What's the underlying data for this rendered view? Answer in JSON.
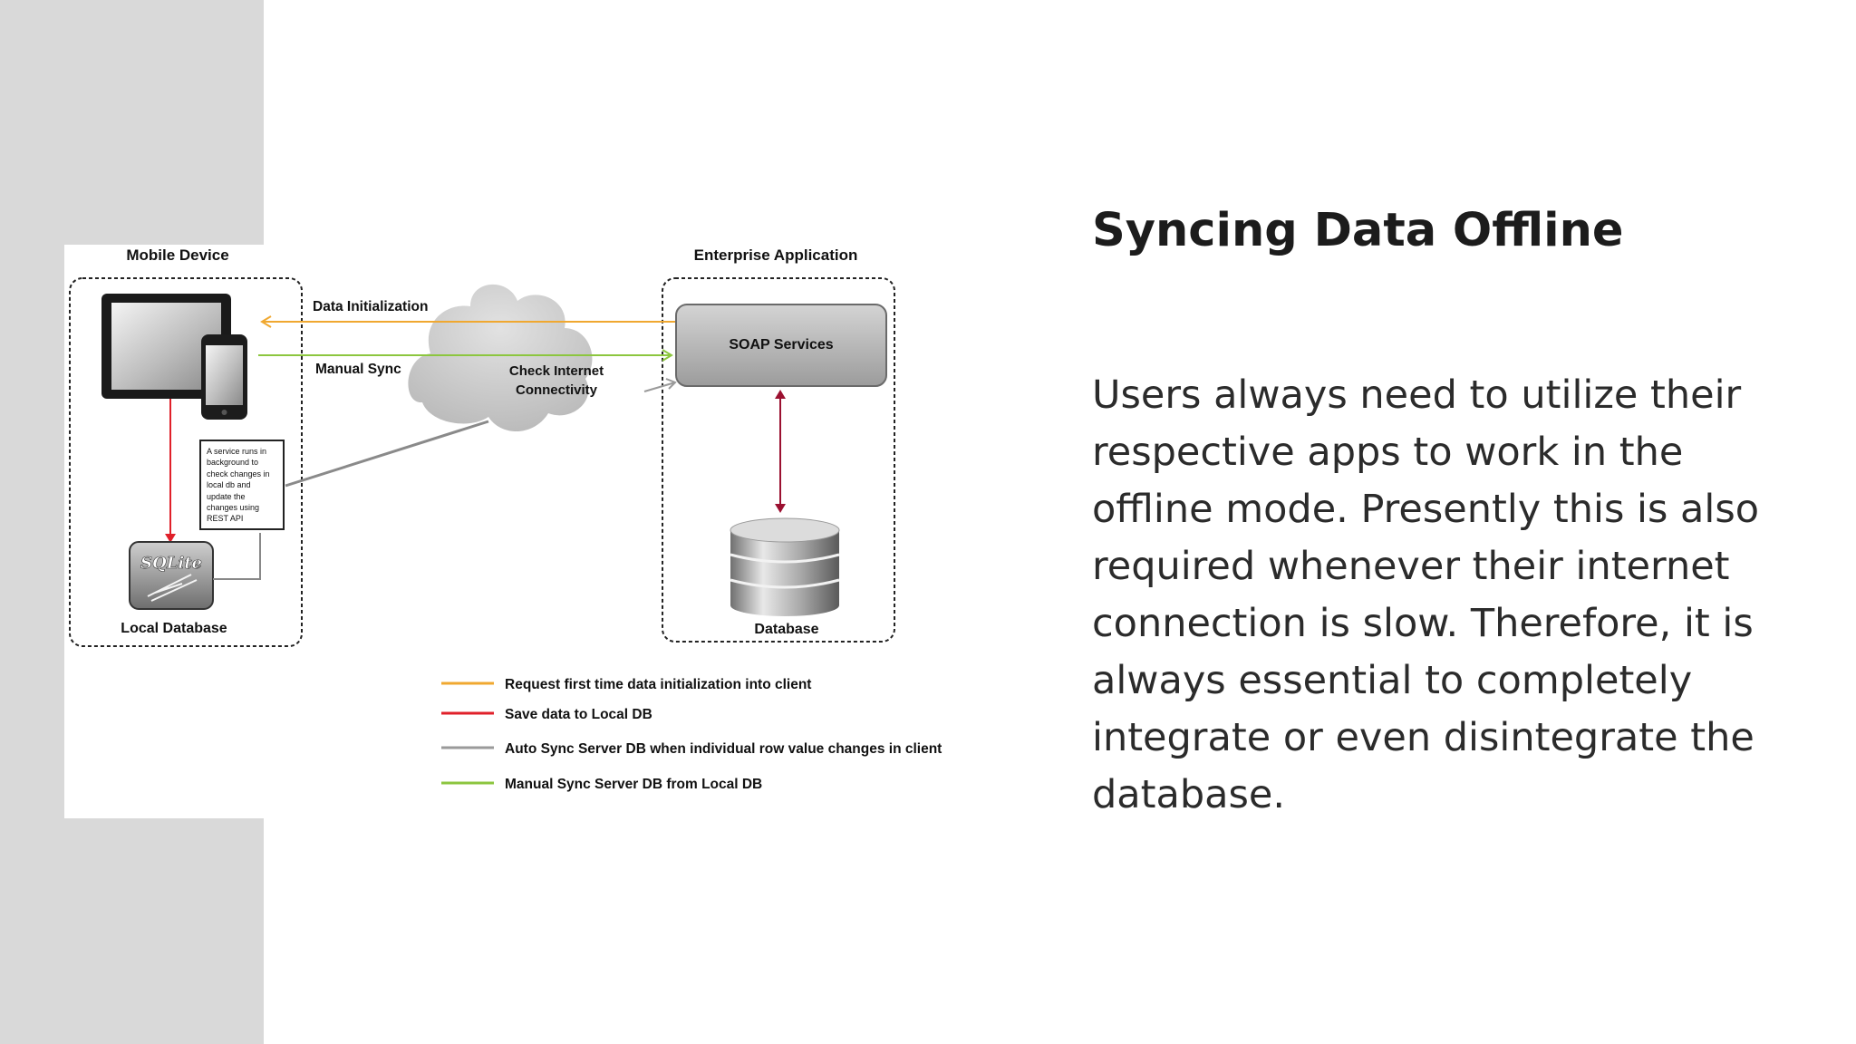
{
  "slide": {
    "title": "Syncing Data Offline",
    "body": "Users always need to utilize their respective apps to work in the offline mode. Presently this is also required whenever their internet connection is slow. Therefore, it is always essential to completely integrate or even disintegrate the database."
  },
  "diagram": {
    "mobile_group_label": "Mobile Device",
    "enterprise_group_label": "Enterprise Application",
    "data_init_label": "Data Initialization",
    "manual_sync_label": "Manual Sync",
    "cloud_label_line1": "Check Internet",
    "cloud_label_line2": "Connectivity",
    "soap_label": "SOAP Services",
    "server_db_label": "Database",
    "local_db_label": "Local Database",
    "sqlite_logo_text": "SQLite",
    "service_note": "A service runs in background to check changes in local db and update the changes using REST API",
    "legend": [
      {
        "text": "Request first time data initialization into client",
        "color": "#f0a830"
      },
      {
        "text": "Save data to Local DB",
        "color": "#e0202a"
      },
      {
        "text": "Auto Sync Server DB when individual row value changes in client",
        "color": "#9a9a9a"
      },
      {
        "text": "Manual Sync Server DB from Local DB",
        "color": "#8cc63f"
      }
    ]
  },
  "colors": {
    "orange": "#f0a830",
    "red": "#e0202a",
    "gray": "#9a9a9a",
    "green": "#8cc63f",
    "dark_red": "#9b1030"
  }
}
